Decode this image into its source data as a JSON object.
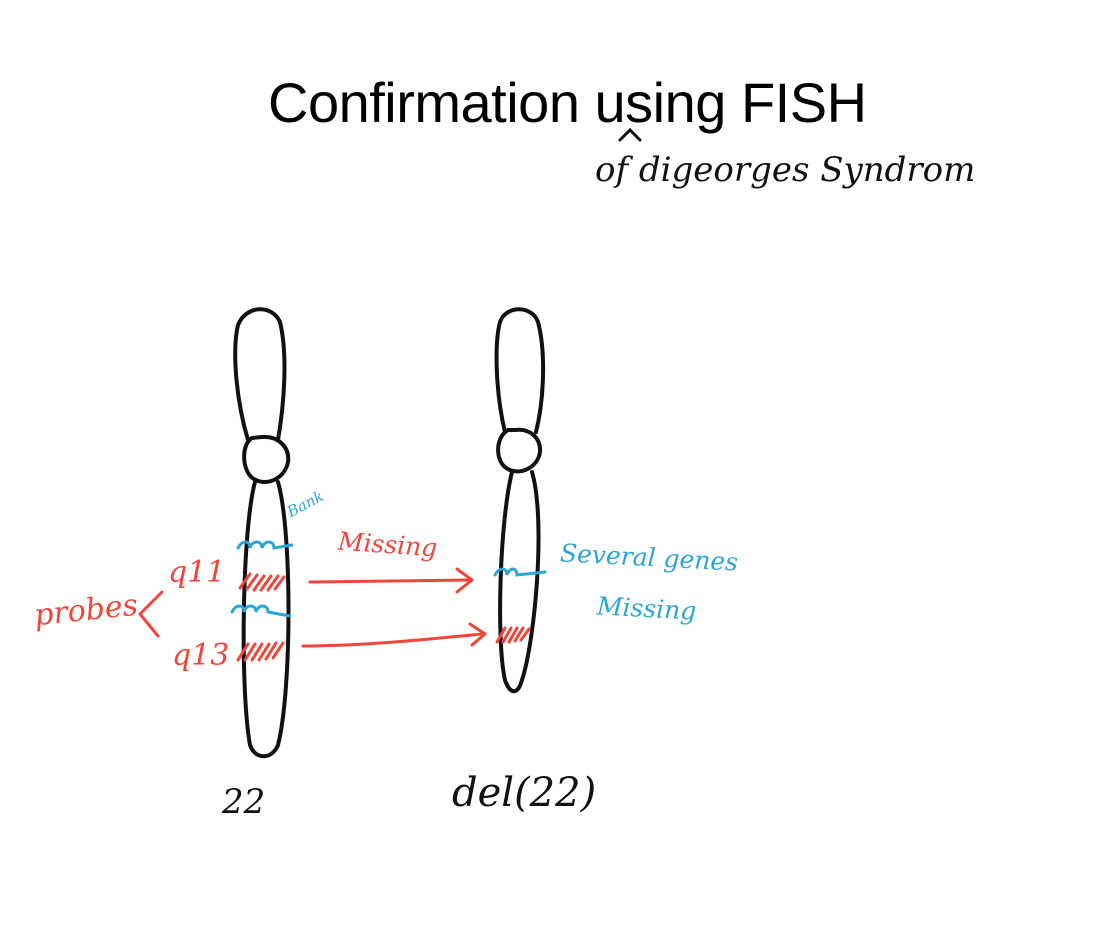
{
  "title": "Confirmation using FISH",
  "subtitle": "of digeorges Syndrom",
  "colors": {
    "ink": "#111111",
    "probe": "#f0453a",
    "annotation": "#2aa6d6",
    "background": "#ffffff"
  },
  "normal_chromosome": {
    "label": "22",
    "band_q11": "q11",
    "band_q13": "q13",
    "probes_label": "probes",
    "blank_label": "Bank",
    "arrow_label": "Missing"
  },
  "deleted_chromosome": {
    "label": "del(22)",
    "note_line1": "Several genes",
    "note_line2": "Missing"
  }
}
